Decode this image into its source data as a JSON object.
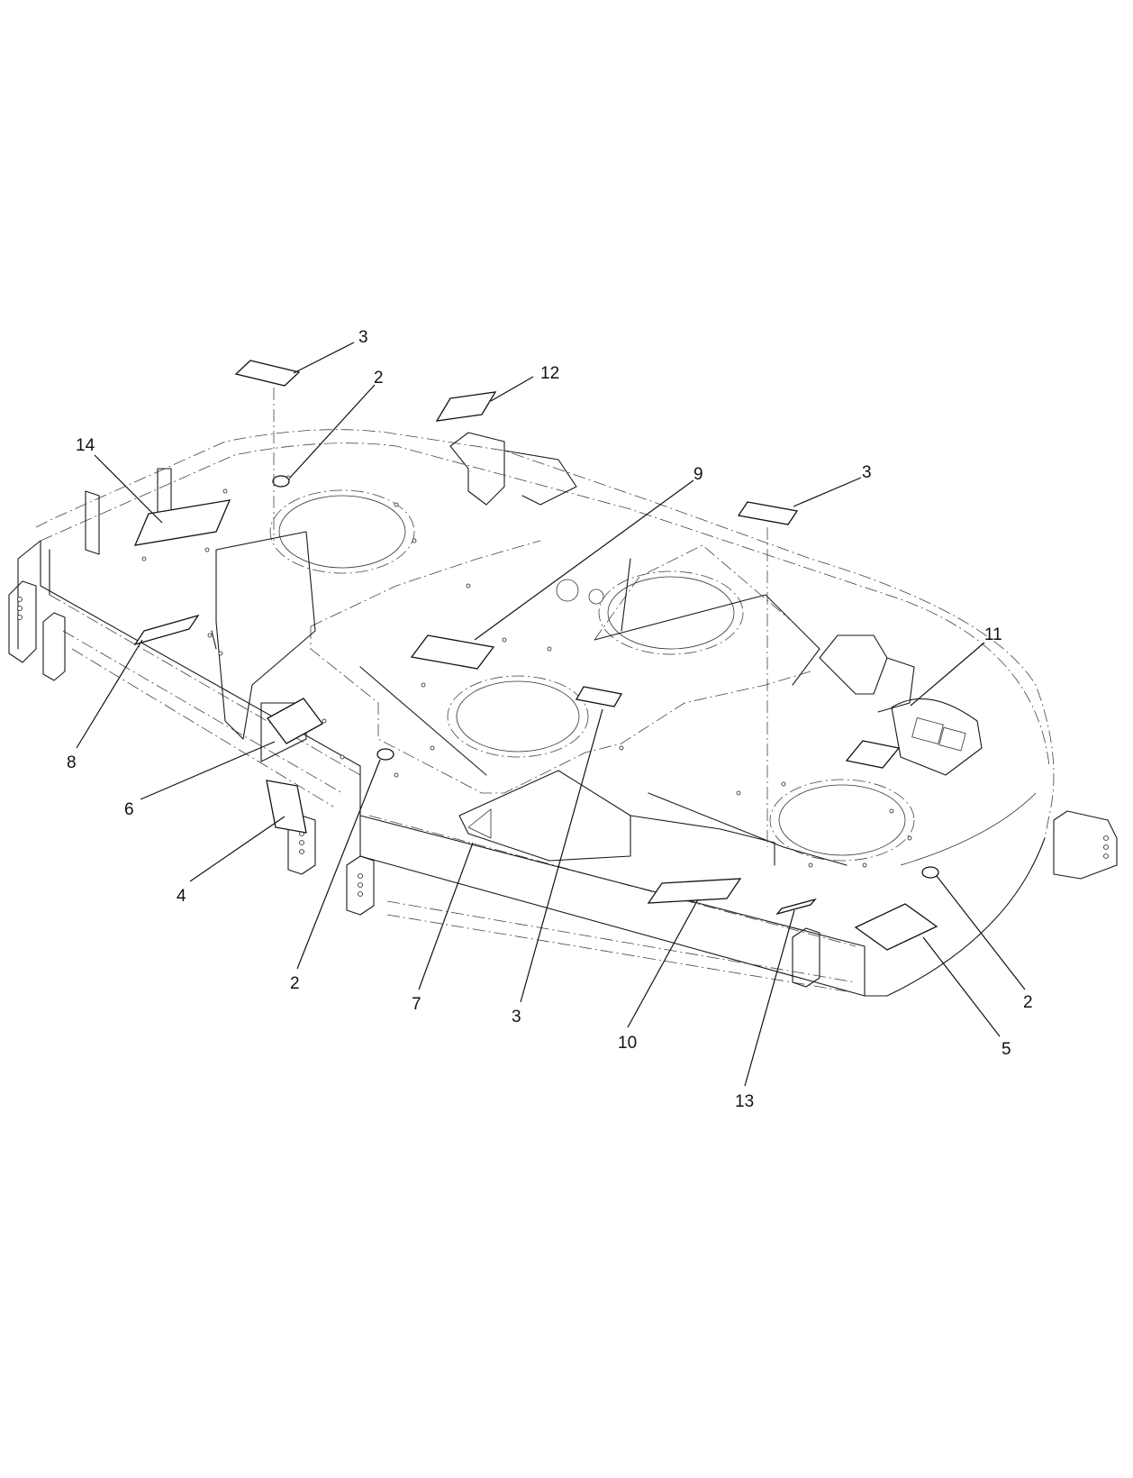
{
  "callouts": [
    {
      "id": "c14",
      "label": "14"
    },
    {
      "id": "c3a",
      "label": "3"
    },
    {
      "id": "c2a",
      "label": "2"
    },
    {
      "id": "c12",
      "label": "12"
    },
    {
      "id": "c9",
      "label": "9"
    },
    {
      "id": "c3b",
      "label": "3"
    },
    {
      "id": "c11",
      "label": "11"
    },
    {
      "id": "c8",
      "label": "8"
    },
    {
      "id": "c6",
      "label": "6"
    },
    {
      "id": "c4",
      "label": "4"
    },
    {
      "id": "c2b",
      "label": "2"
    },
    {
      "id": "c7",
      "label": "7"
    },
    {
      "id": "c3c",
      "label": "3"
    },
    {
      "id": "c10",
      "label": "10"
    },
    {
      "id": "c13",
      "label": "13"
    },
    {
      "id": "c5",
      "label": "5"
    },
    {
      "id": "c2c",
      "label": "2"
    }
  ]
}
